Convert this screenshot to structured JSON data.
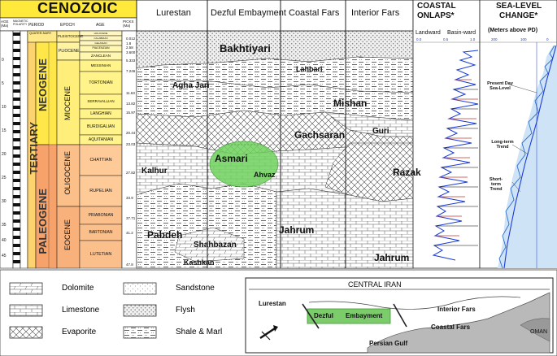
{
  "header": {
    "era": "CENOZOIC",
    "age_col": "AGE (Ma)",
    "mag_col": "MAGNETIC POLARITY",
    "period_col": "PERIOD",
    "epoch_col": "EPOCH",
    "stage_col": "AGE",
    "picks_col": "PICKS (Ma)"
  },
  "periods": {
    "quaternary": "QUATER-NARY",
    "tertiary": "TERTIARY",
    "neogene": "NEOGENE",
    "paleogene": "PALEOGENE"
  },
  "epochs": {
    "pleistocene": "PLEISTOCENE",
    "pliocene": "PLIOCENE",
    "miocene": "MIOCENE",
    "oligocene": "OLIGOCENE",
    "eocene": "EOCENE"
  },
  "stages": [
    "HOLOCENE",
    "CALABRIAN",
    "GELASIAN",
    "PIACENZIAN",
    "ZANCLEAN",
    "MESSINIAN",
    "TORTONIAN",
    "SERRAVALLIAN",
    "LANGHIAN",
    "BURDIGALIAN",
    "AQUITANIAN",
    "CHATTIAN",
    "RUPELIAN",
    "PRIABONIAN",
    "BARTONIAN",
    "LUTETIAN"
  ],
  "picks": [
    "0.012",
    "1.8",
    "2.58",
    "3.600",
    "5.333",
    "7.246",
    "11.63",
    "13.82",
    "15.97",
    "20.44",
    "23.03",
    "27.82",
    "33.9",
    "37.71",
    "41.2",
    "47.8"
  ],
  "age_ticks": [
    "0",
    "5",
    "10",
    "15",
    "20",
    "25",
    "30",
    "35",
    "40",
    "45"
  ],
  "regions": [
    "Lurestan",
    "Dezful Embayment",
    "Coastal Fars",
    "Interior Fars"
  ],
  "formations": {
    "bakhtiyari": "Bakhtiyari",
    "lahbari": "Lahbari",
    "agha_jari": "Agha Jari",
    "mishan": "Mishan",
    "guri": "Guri",
    "gachsaran": "Gachsaran",
    "asmari": "Asmari",
    "ahvaz": "Ahvaz",
    "kalhur": "Kalhur",
    "razak": "Razak",
    "pabdeh": "Pabdeh",
    "shahbazan": "Shahbazan",
    "jahrum1": "Jahrum",
    "jahrum2": "Jahrum",
    "kashkan": "Kashkan"
  },
  "onlaps": {
    "title1": "COASTAL",
    "title2": "ONLAPS*",
    "landward": "Landward",
    "basinward": "Basin-ward",
    "ticks": [
      "0.0",
      "0.5",
      "1.0"
    ]
  },
  "sealevel": {
    "title1": "SEA-LEVEL",
    "title2": "CHANGE*",
    "subtitle": "(Meters above PD)",
    "ticks": [
      "200",
      "100",
      "0"
    ],
    "present_day": "Present Day Sea-Level",
    "long_term": "Long-term Trend",
    "short_term": "Short-term Trend"
  },
  "legend": {
    "dolomite": "Dolomite",
    "limestone": "Limestone",
    "evaporite": "Evaporite",
    "sandstone": "Sandstone",
    "flysh": "Flysh",
    "shale": "Shale & Marl"
  },
  "map": {
    "central_iran": "CENTRAL IRAN",
    "lurestan": "Lurestan",
    "dezful": "Dezful",
    "embayment": "Embayment",
    "interior_fars": "Interior Fars",
    "coastal_fars": "Coastal Fars",
    "persian_gulf": "Persian Gulf",
    "oman": "OMAN"
  },
  "colors": {
    "cenozoic": "#ffee33",
    "neogene": "#ffe74a",
    "miocene": "#ffef7a",
    "paleogene": "#f7a26a",
    "oligocene": "#fbc08a",
    "eocene": "#f9b17c",
    "asmari_green": "#6fd35e",
    "embayment_green": "#7ccc6c"
  }
}
